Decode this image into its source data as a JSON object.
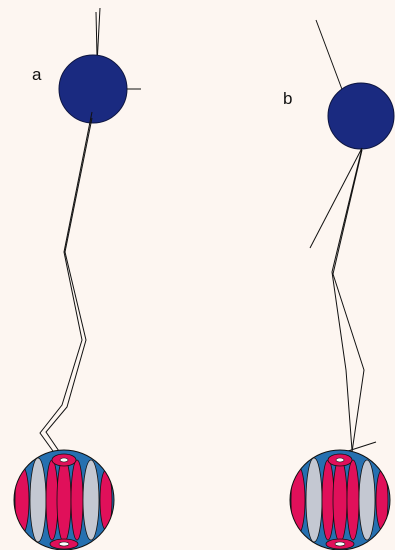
{
  "panels": [
    {
      "id": "a",
      "label": "a"
    },
    {
      "id": "b",
      "label": "b"
    }
  ],
  "colors": {
    "background": "#fdf6f1",
    "top_sphere": "#1a2a80",
    "stripe_blue": "#2670b0",
    "stripe_red": "#e0105a",
    "stripe_gray": "#c4c8d2",
    "stroke": "#111111"
  }
}
